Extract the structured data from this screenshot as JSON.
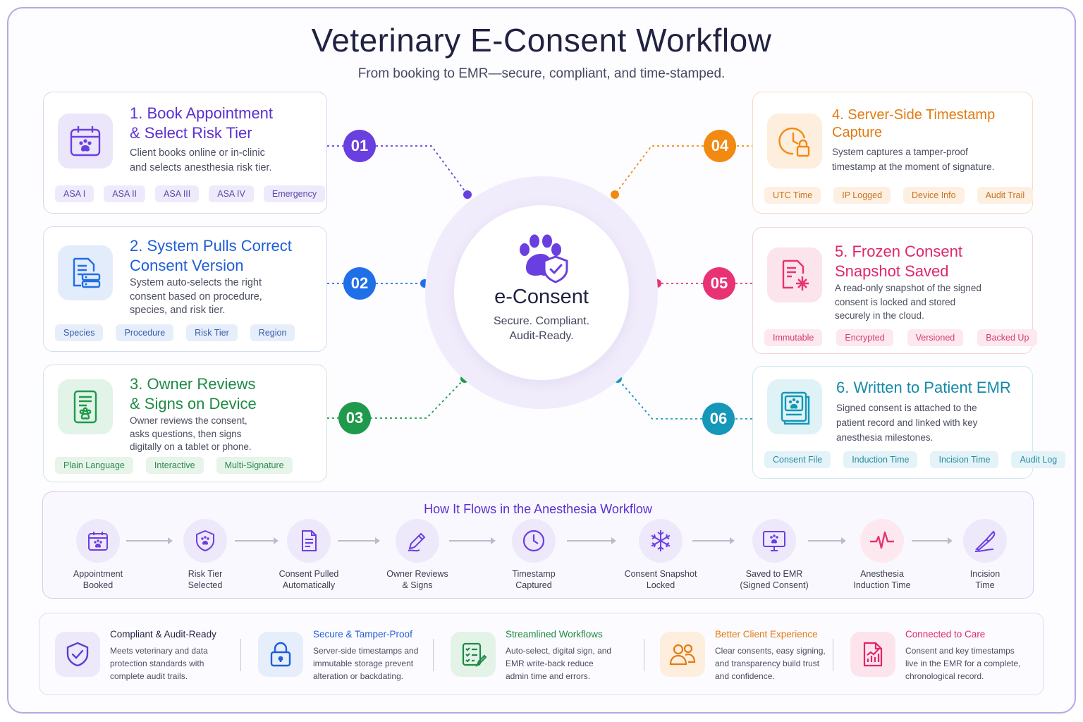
{
  "header": {
    "title": "Veterinary E-Consent Workflow",
    "subtitle": "From booking to EMR—secure, compliant, and time-stamped."
  },
  "center": {
    "title": "e-Consent",
    "subtitle_line1": "Secure. Compliant.",
    "subtitle_line2": "Audit-Ready."
  },
  "steps": [
    {
      "badge": "01",
      "title_line1": "1. Book Appointment",
      "title_line2": "& Select Risk Tier",
      "desc_line1": "Client books online or in-clinic",
      "desc_line2": "and selects anesthesia risk tier.",
      "desc_line3": "",
      "tags": [
        "ASA I",
        "ASA II",
        "ASA III",
        "ASA IV",
        "Emergency"
      ],
      "icon": "calendar-paw-icon",
      "color": "#6a3fe0"
    },
    {
      "badge": "02",
      "title_line1": "2. System Pulls Correct",
      "title_line2": "Consent Version",
      "desc_line1": "System auto-selects the right",
      "desc_line2": "consent based on procedure,",
      "desc_line3": "species, and risk tier.",
      "tags": [
        "Species",
        "Procedure",
        "Risk Tier",
        "Region"
      ],
      "icon": "document-server-icon",
      "color": "#1f6fe8"
    },
    {
      "badge": "03",
      "title_line1": "3. Owner Reviews",
      "title_line2": "& Signs on Device",
      "desc_line1": "Owner reviews the consent,",
      "desc_line2": "asks questions, then signs",
      "desc_line3": "digitally on a tablet or phone.",
      "tags": [
        "Plain Language",
        "Interactive",
        "Multi-Signature"
      ],
      "icon": "tablet-paw-icon",
      "color": "#1f9a4c"
    },
    {
      "badge": "04",
      "title_line1": "4. Server-Side Timestamp",
      "title_line2": "Capture",
      "desc_line1": "System captures a tamper-proof",
      "desc_line2": "timestamp at the moment of signature.",
      "desc_line3": "",
      "tags": [
        "UTC Time",
        "IP Logged",
        "Device Info",
        "Audit Trail"
      ],
      "icon": "clock-lock-icon",
      "color": "#f28a12"
    },
    {
      "badge": "05",
      "title_line1": "5. Frozen Consent",
      "title_line2": "Snapshot Saved",
      "desc_line1": "A read-only snapshot of the signed",
      "desc_line2": "consent is locked and stored",
      "desc_line3": "securely in the cloud.",
      "tags": [
        "Immutable",
        "Encrypted",
        "Versioned",
        "Backed Up"
      ],
      "icon": "document-snowflake-icon",
      "color": "#e83274"
    },
    {
      "badge": "06",
      "title_line1": "6. Written to Patient EMR",
      "title_line2": "",
      "desc_line1": "Signed consent is attached to the",
      "desc_line2": "patient record and linked with key",
      "desc_line3": "anesthesia milestones.",
      "tags": [
        "Consent File",
        "Induction Time",
        "Incision Time",
        "Audit Log"
      ],
      "icon": "record-paw-icon",
      "color": "#1597b8"
    }
  ],
  "flow": {
    "title": "How It Flows in the Anesthesia Workflow",
    "steps": [
      {
        "line1": "Appointment",
        "line2": "Booked",
        "icon": "calendar-icon"
      },
      {
        "line1": "Risk Tier",
        "line2": "Selected",
        "icon": "shield-paw-icon"
      },
      {
        "line1": "Consent Pulled",
        "line2": "Automatically",
        "icon": "document-icon"
      },
      {
        "line1": "Owner Reviews",
        "line2": "& Signs",
        "icon": "pen-icon"
      },
      {
        "line1": "Timestamp",
        "line2": "Captured",
        "icon": "clock-icon"
      },
      {
        "line1": "Consent Snapshot",
        "line2": "Locked",
        "icon": "snowflake-icon"
      },
      {
        "line1": "Saved to EMR",
        "line2": "(Signed Consent)",
        "icon": "monitor-paw-icon"
      },
      {
        "line1": "Anesthesia",
        "line2": "Induction Time",
        "icon": "heartbeat-icon"
      },
      {
        "line1": "Incision",
        "line2": "Time",
        "icon": "scalpel-icon"
      }
    ]
  },
  "benefits": [
    {
      "title": "Compliant & Audit-Ready",
      "desc": "Meets veterinary and data protection standards with complete audit trails.",
      "icon": "shield-check-icon",
      "color": "#1f2240"
    },
    {
      "title": "Secure & Tamper-Proof",
      "desc": "Server-side timestamps and immutable storage prevent alteration or backdating.",
      "icon": "padlock-icon",
      "color": "#1f5ed8"
    },
    {
      "title": "Streamlined Workflows",
      "desc": "Auto-select, digital sign, and EMR write-back reduce admin time and errors.",
      "icon": "checklist-icon",
      "color": "#1f8a45"
    },
    {
      "title": "Better Client Experience",
      "desc": "Clear consents, easy signing, and transparency build trust and confidence.",
      "icon": "people-icon",
      "color": "#e27b12"
    },
    {
      "title": "Connected to Care",
      "desc": "Consent and key timestamps live in the EMR for a complete, chronological record.",
      "icon": "chart-document-icon",
      "color": "#e0266b"
    }
  ]
}
